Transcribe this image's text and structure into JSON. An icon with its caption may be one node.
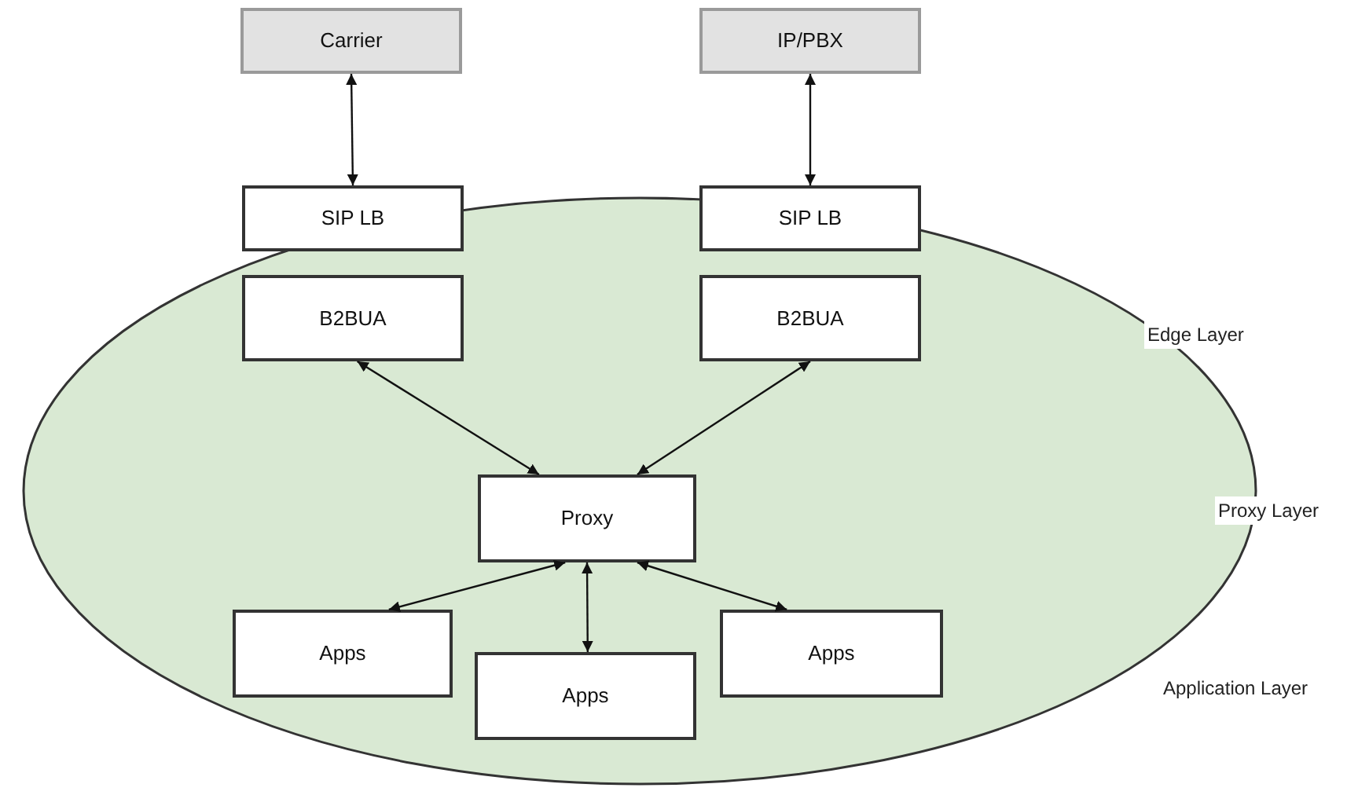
{
  "diagram": {
    "nodes": [
      {
        "text": [],
        "shape": "ellipse"
      },
      {
        "text": [
          "Carrier"
        ]
      },
      {
        "text": [
          "IP/PBX"
        ]
      },
      {
        "text": [
          "SIP LB"
        ]
      },
      {
        "text": [
          "SIP LB"
        ]
      },
      {
        "text": [
          "B2BUA"
        ],
        "in": 0
      },
      {
        "text": [
          "B2BUA"
        ],
        "in": 0
      },
      {
        "text": [
          "Proxy"
        ],
        "in": 0
      },
      {
        "text": [
          "Apps"
        ],
        "in": 0
      },
      {
        "text": [
          "Apps"
        ],
        "in": 0
      },
      {
        "text": [
          "Apps"
        ],
        "in": 0
      }
    ],
    "edges": [
      {
        "from": 1,
        "to": 3,
        "arrow": "both"
      },
      {
        "from": 2,
        "to": 4,
        "arrow": "both"
      },
      {
        "from": 5,
        "to": 7,
        "arrow": "both"
      },
      {
        "from": 6,
        "to": 7,
        "arrow": "both"
      },
      {
        "from": 7,
        "to": 8,
        "arrow": "both"
      },
      {
        "from": 7,
        "to": 9,
        "arrow": "both"
      },
      {
        "from": 7,
        "to": 10,
        "arrow": "both"
      }
    ],
    "labels": [
      "Edge Layer",
      "Proxy Layer",
      "Application Layer"
    ]
  }
}
